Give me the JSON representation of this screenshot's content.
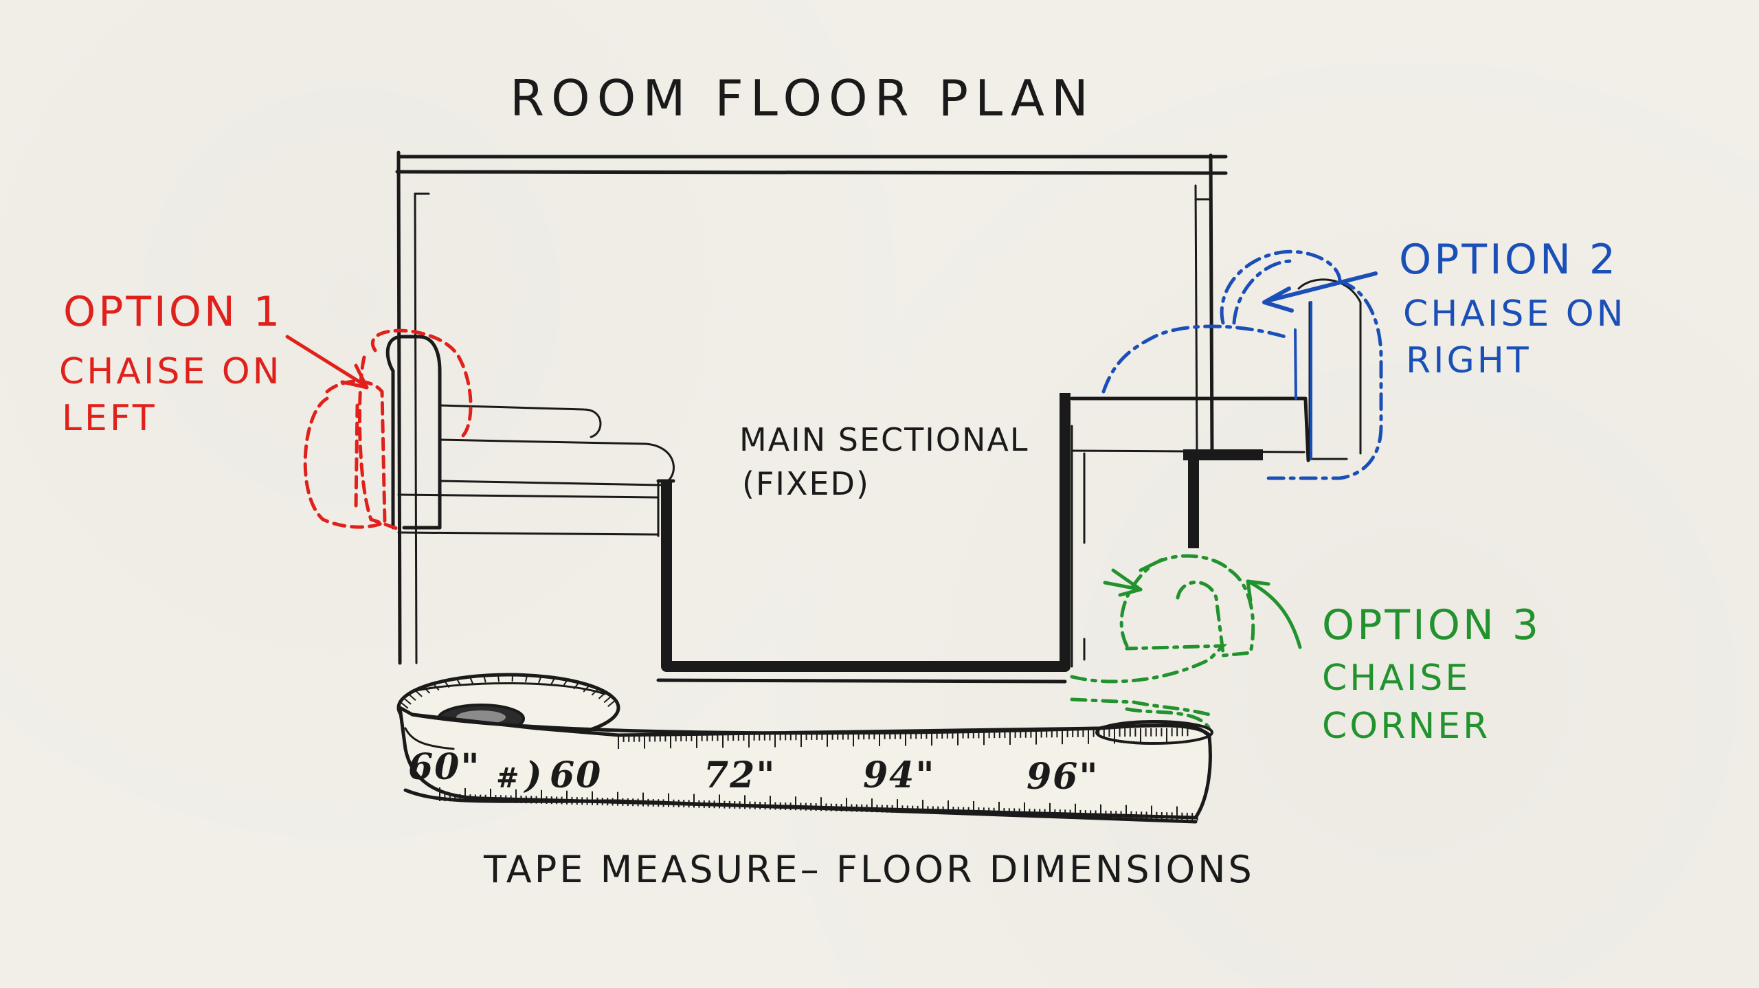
{
  "title": "ROOM FLOOR PLAN",
  "colors": {
    "ink": "#1a1a1a",
    "paper": "#f1efe8",
    "option1": "#e0211b",
    "option2": "#1a4fb8",
    "option3": "#22922e"
  },
  "center_label": {
    "line1": "MAIN SECTIONAL",
    "line2": "(FIXED)"
  },
  "options": [
    {
      "heading": "OPTION 1",
      "line1": "CHAISE ON",
      "line2": "LEFT"
    },
    {
      "heading": "OPTION 2",
      "line1": "CHAISE ON",
      "line2": "RIGHT"
    },
    {
      "heading": "OPTION 3",
      "line1": "CHAISE",
      "line2": "CORNER"
    }
  ],
  "tape": {
    "marks": [
      "60\"",
      "60",
      "72\"",
      "94\"",
      "96\""
    ],
    "symbol": "#"
  },
  "caption": "TAPE MEASURE– FLOOR DIMENSIONS"
}
